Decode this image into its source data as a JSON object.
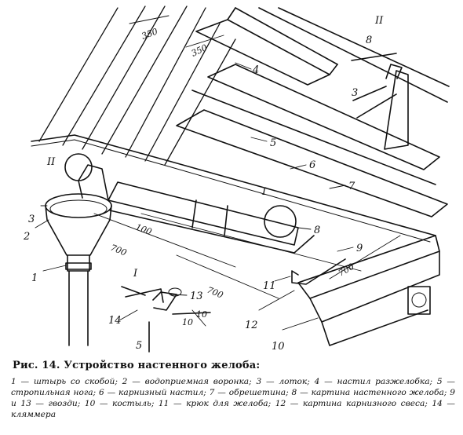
{
  "figure": {
    "callouts": {
      "c1": "1",
      "c2": "2",
      "c3": "3",
      "c4": "4",
      "c5": "5",
      "c6": "6",
      "c7": "7",
      "c8": "8",
      "c9": "9",
      "c10": "10",
      "c11": "11",
      "c12": "12",
      "c13": "13",
      "c14": "14",
      "c3_detail": "3",
      "c8_detail": "8",
      "c5_detail": "5",
      "c10_detail": "10"
    },
    "section_marks": {
      "ii_main": "II",
      "ii_detail": "II",
      "i_main": "I",
      "i_detail": "I"
    },
    "dimensions": {
      "d350a": "350",
      "d350b": "350",
      "d100": "100",
      "d700a": "700",
      "d700b": "700",
      "d700c": "700",
      "d10": "10"
    }
  },
  "caption": {
    "title": "Рис. 14. Устройство настенного желоба:",
    "legend": "1 — штырь со скобой; 2 — водоприемная воронка; 3 — лоток; 4 — настил разжелобка; 5 — стропильная нога; 6 — карнизный настил; 7 — обрешетина; 8 — картина настенного желоба; 9 и 13 — гвозди; 10 — костыль; 11 — крюк для желоба; 12 — картина карнизного свеса; 14 — кляммера"
  }
}
